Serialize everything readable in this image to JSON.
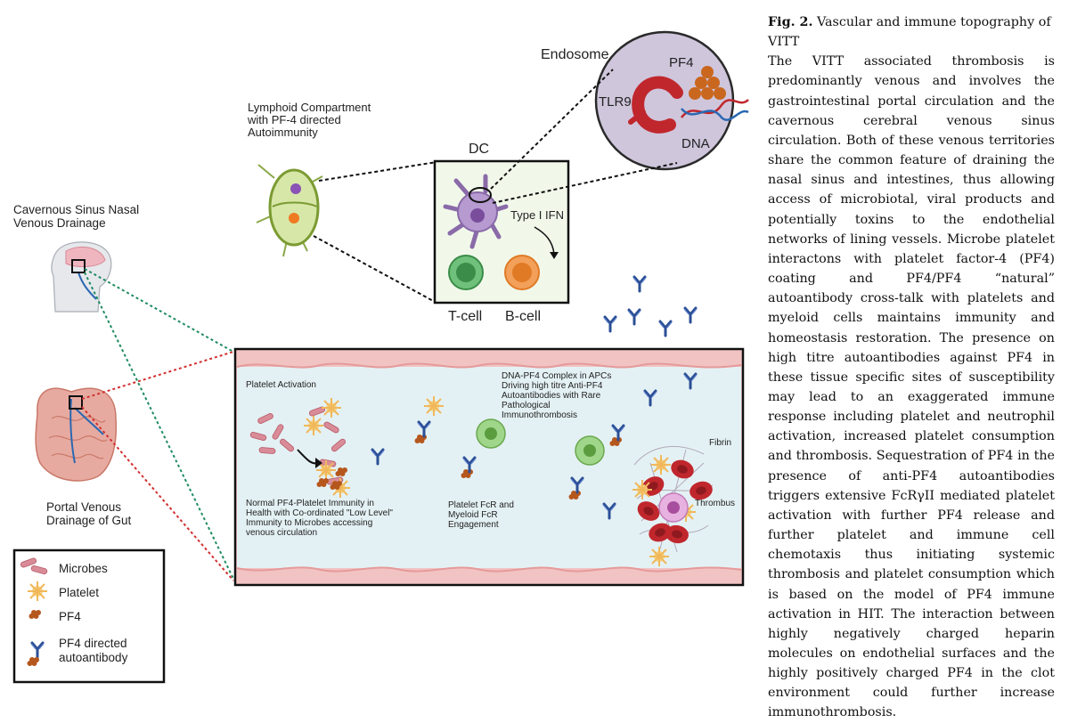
{
  "figure": {
    "endosome": {
      "title": "Endosome",
      "pf4": "PF4",
      "tlr9": "TLR9",
      "dna": "DNA"
    },
    "lymphoid": {
      "lines": [
        "Lymphoid Compartment",
        "with PF-4 directed",
        "Autoimmunity"
      ]
    },
    "dc_box": {
      "dc": "DC",
      "ifn": "Type I IFN",
      "tcell": "T-cell",
      "bcell": "B-cell"
    },
    "cavernous": {
      "lines": [
        "Cavernous Sinus Nasal",
        "Venous Drainage"
      ]
    },
    "portal": {
      "lines": [
        "Portal Venous",
        "Drainage of Gut"
      ]
    },
    "vessel": {
      "platelet_activation": "Platelet Activation",
      "dna_pf4": [
        "DNA-PF4 Complex in APCs",
        "Driving high titre Anti-PF4",
        "Autoantibodies with Rare",
        "Pathological",
        "Immunothrombosis"
      ],
      "normal": [
        "Normal PF4-Platelet Immunity in",
        "Health with Co-ordinated \"Low Level\"",
        "Immunity  to Microbes accessing",
        "venous circulation"
      ],
      "fcr": [
        "Platelet FcR and",
        "Myeloid FcR",
        "Engagement"
      ],
      "fibrin": "Fibrin",
      "thrombus": "Thrombus"
    },
    "legend": {
      "microbes": "Microbes",
      "platelet": "Platelet",
      "pf4": "PF4",
      "antibody": [
        "PF4 directed",
        "autoantibody"
      ]
    },
    "colors": {
      "vessel_wall": "#f2c3c3",
      "vessel_lumen": "#e4f1f4",
      "box_fill": "#f1f8ea",
      "endosome": "#cfc6dc"
    }
  },
  "caption": {
    "label": "Fig. 2.",
    "title": "Vascular and immune topography of VITT",
    "body": "The VITT associated thrombosis is predominantly venous and involves the gastrointestinal portal circulation and the cavernous cerebral venous sinus circulation. Both of these venous territories share the common feature of draining the nasal sinus and intestines, thus allowing access of microbiotal, viral products and potentially toxins to the endothelial networks of lining vessels. Microbe platelet interactons with platelet factor-4 (PF4) coating and PF4/PF4 “natural” autoantibody cross-talk with platelets and myeloid cells maintains immunity and homeostasis restoration. The presence on high titre autoantibodies against PF4 in these tissue specific sites of susceptibility may lead to an exaggerated immune response including platelet and neutrophil activation, increased platelet consumption and thrombosis. Sequestration of PF4 in the presence of anti-PF4 autoantibodies triggers extensive FcRγII mediated platelet activation with further PF4 release and further platelet and immune cell chemotaxis thus initiating systemic thrombosis and platelet consumption which is based on the model of PF4 immune activation in HIT. The interaction between highly negatively charged heparin molecules on endothelial surfaces and the highly positively charged PF4 in the clot environment could further increase immunothrombosis."
  }
}
